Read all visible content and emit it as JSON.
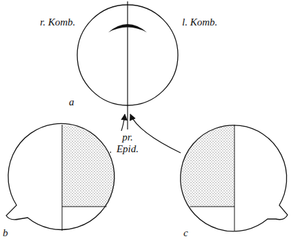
{
  "diagram": {
    "labels": [
      "r. Komb.",
      "l. Komb.",
      "a",
      "pr. Epid.",
      "b",
      "c"
    ]
  }
}
